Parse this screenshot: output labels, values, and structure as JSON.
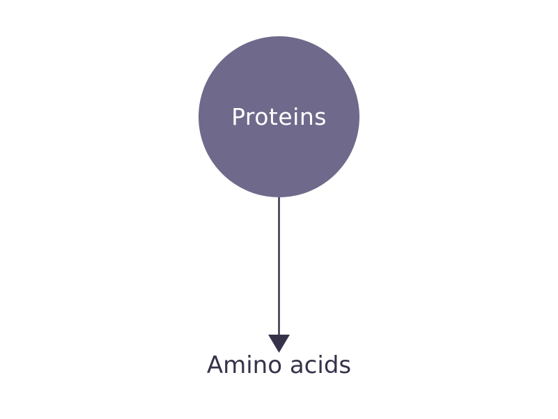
{
  "diagram": {
    "nodes": [
      {
        "id": "proteins",
        "label": "Proteins"
      }
    ],
    "target": {
      "id": "amino-acids",
      "label": "Amino acids"
    },
    "edges": [
      {
        "from": "proteins",
        "to": "amino-acids"
      }
    ],
    "colors": {
      "node_fill": "#6f6a8b",
      "node_text": "#ffffff",
      "edge": "#35324a",
      "label_text": "#35324a"
    }
  }
}
